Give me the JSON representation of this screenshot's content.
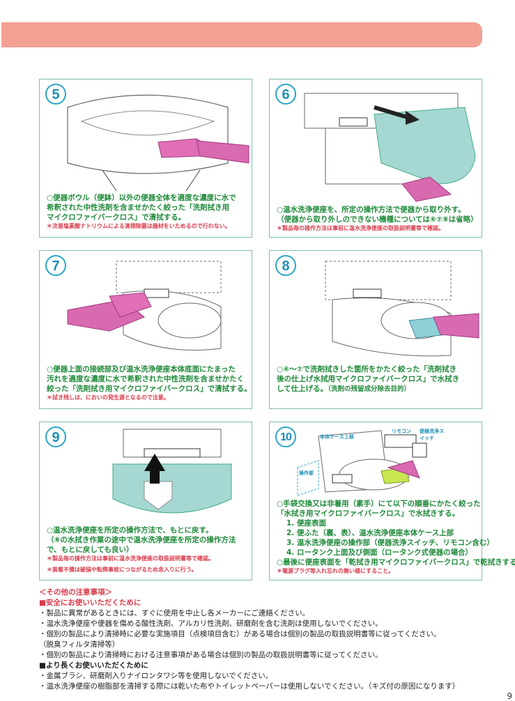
{
  "panels": [
    {
      "num": "5",
      "lines": [
        "○便器ボウル（便鉢）以外の便器全体を適度な濃度に水で",
        "希釈された中性洗剤を含ませかたく絞った「洗剤拭き用",
        "マイクロファイバークロス」で清拭する。"
      ],
      "notes": [
        "＊次亜塩素酸ナトリウムによる清掃除菌は器材をいためるので行わない。"
      ]
    },
    {
      "num": "6",
      "lines": [
        "○温水洗浄便座を、所定の操作方法で便器から取り外す。",
        "（便器から取り外しのできない機種については⑥⑦⑧は省略）"
      ],
      "notes": [
        "＊製品毎の操作方法は事前に温水洗浄便座の取扱説明書等で確認。"
      ]
    },
    {
      "num": "7",
      "lines": [
        "○便器上面の接続部及び温水洗浄便座本体底面にたまった",
        "汚れを適度な濃度に水で希釈された中性洗剤を含ませかたく",
        "絞った「洗剤拭き用マイクロファイバークロス」で清拭する。"
      ],
      "notes": [
        "＊拭き残しは、においの発生源となるので注意。"
      ]
    },
    {
      "num": "8",
      "lines": [
        "○④～⑦で洗剤拭きした箇所をかたく絞った「洗剤拭き",
        "後の仕上げ水拭用マイクロファイバークロス」で水拭き",
        "して仕上げる。"
      ],
      "sub": "（洗剤の残留成分除去目的）",
      "notes": []
    },
    {
      "num": "9",
      "lines": [
        "○温水洗浄便座を所定の操作方法で、もとに戻す。",
        "（⑧の水拭き作業の途中で温水洗浄便座を所定の操作方法",
        "で、もとに戻しても良い）"
      ],
      "notes": [
        "＊製品毎の操作方法は事前に温水洗浄便座の取扱説明書等で確認。",
        "＊装着不備は破損や転倒事故につながるため念入りに行う。"
      ]
    },
    {
      "num": "10",
      "lines": [
        "○手袋交換又は非着用（素手）にて以下の順番にかたく絞った",
        "「水拭き用マイクロファイバークロス」で水拭きする。"
      ],
      "items": [
        "1. 便座表面",
        "2. 便ふた（裏、表）、温水洗浄便座本体ケース上部",
        "3. 温水洗浄便座の操作部（便器洗浄スイッチ、リモコン含む）",
        "4. ロータンク上面及び側面（ロータンク式便器の場合）"
      ],
      "final": "○最後に便座表面を「乾拭き用マイクロファイバークロス」で乾拭きする。",
      "notes": [
        "＊電源プラグ等入れ忘れの無い様にすること。"
      ],
      "labels": {
        "case_top": "本体ケース上部",
        "remote": "リモコン",
        "flush_switch": "便器洗浄スイッチ",
        "control": "操作部"
      }
    }
  ],
  "other_notes": {
    "heading": "＜その他の注意事項＞",
    "section1": "■安全にお使いいただくために",
    "items1": [
      "・製品に異常があるときには、すぐに使用を中止し各メーカーにご連絡ください。",
      "・温水洗浄便座や便器を傷める酸性洗剤、アルカリ性洗剤、研磨剤を含む洗剤は使用しないでください。",
      "・個別の製品により清掃時に必要な実施項目（点検項目含む）がある場合は個別の製品の取扱説明書等に従ってください。",
      "（脱臭フィルタ清掃等）",
      "・個別の製品により清掃時における注意事項がある場合は個別の製品の取扱説明書等に従ってください。"
    ],
    "section2": "■より長くお使いいただくために",
    "items2": [
      "・金属ブラシ、研磨剤入りナイロンタワシ等を使用しないでください。",
      "・温水洗浄便座の樹脂部を清掃する際には乾いた布やトイレットペーパーは使用しないでください。（キズ付の原因になります）"
    ]
  },
  "page_number": "9"
}
